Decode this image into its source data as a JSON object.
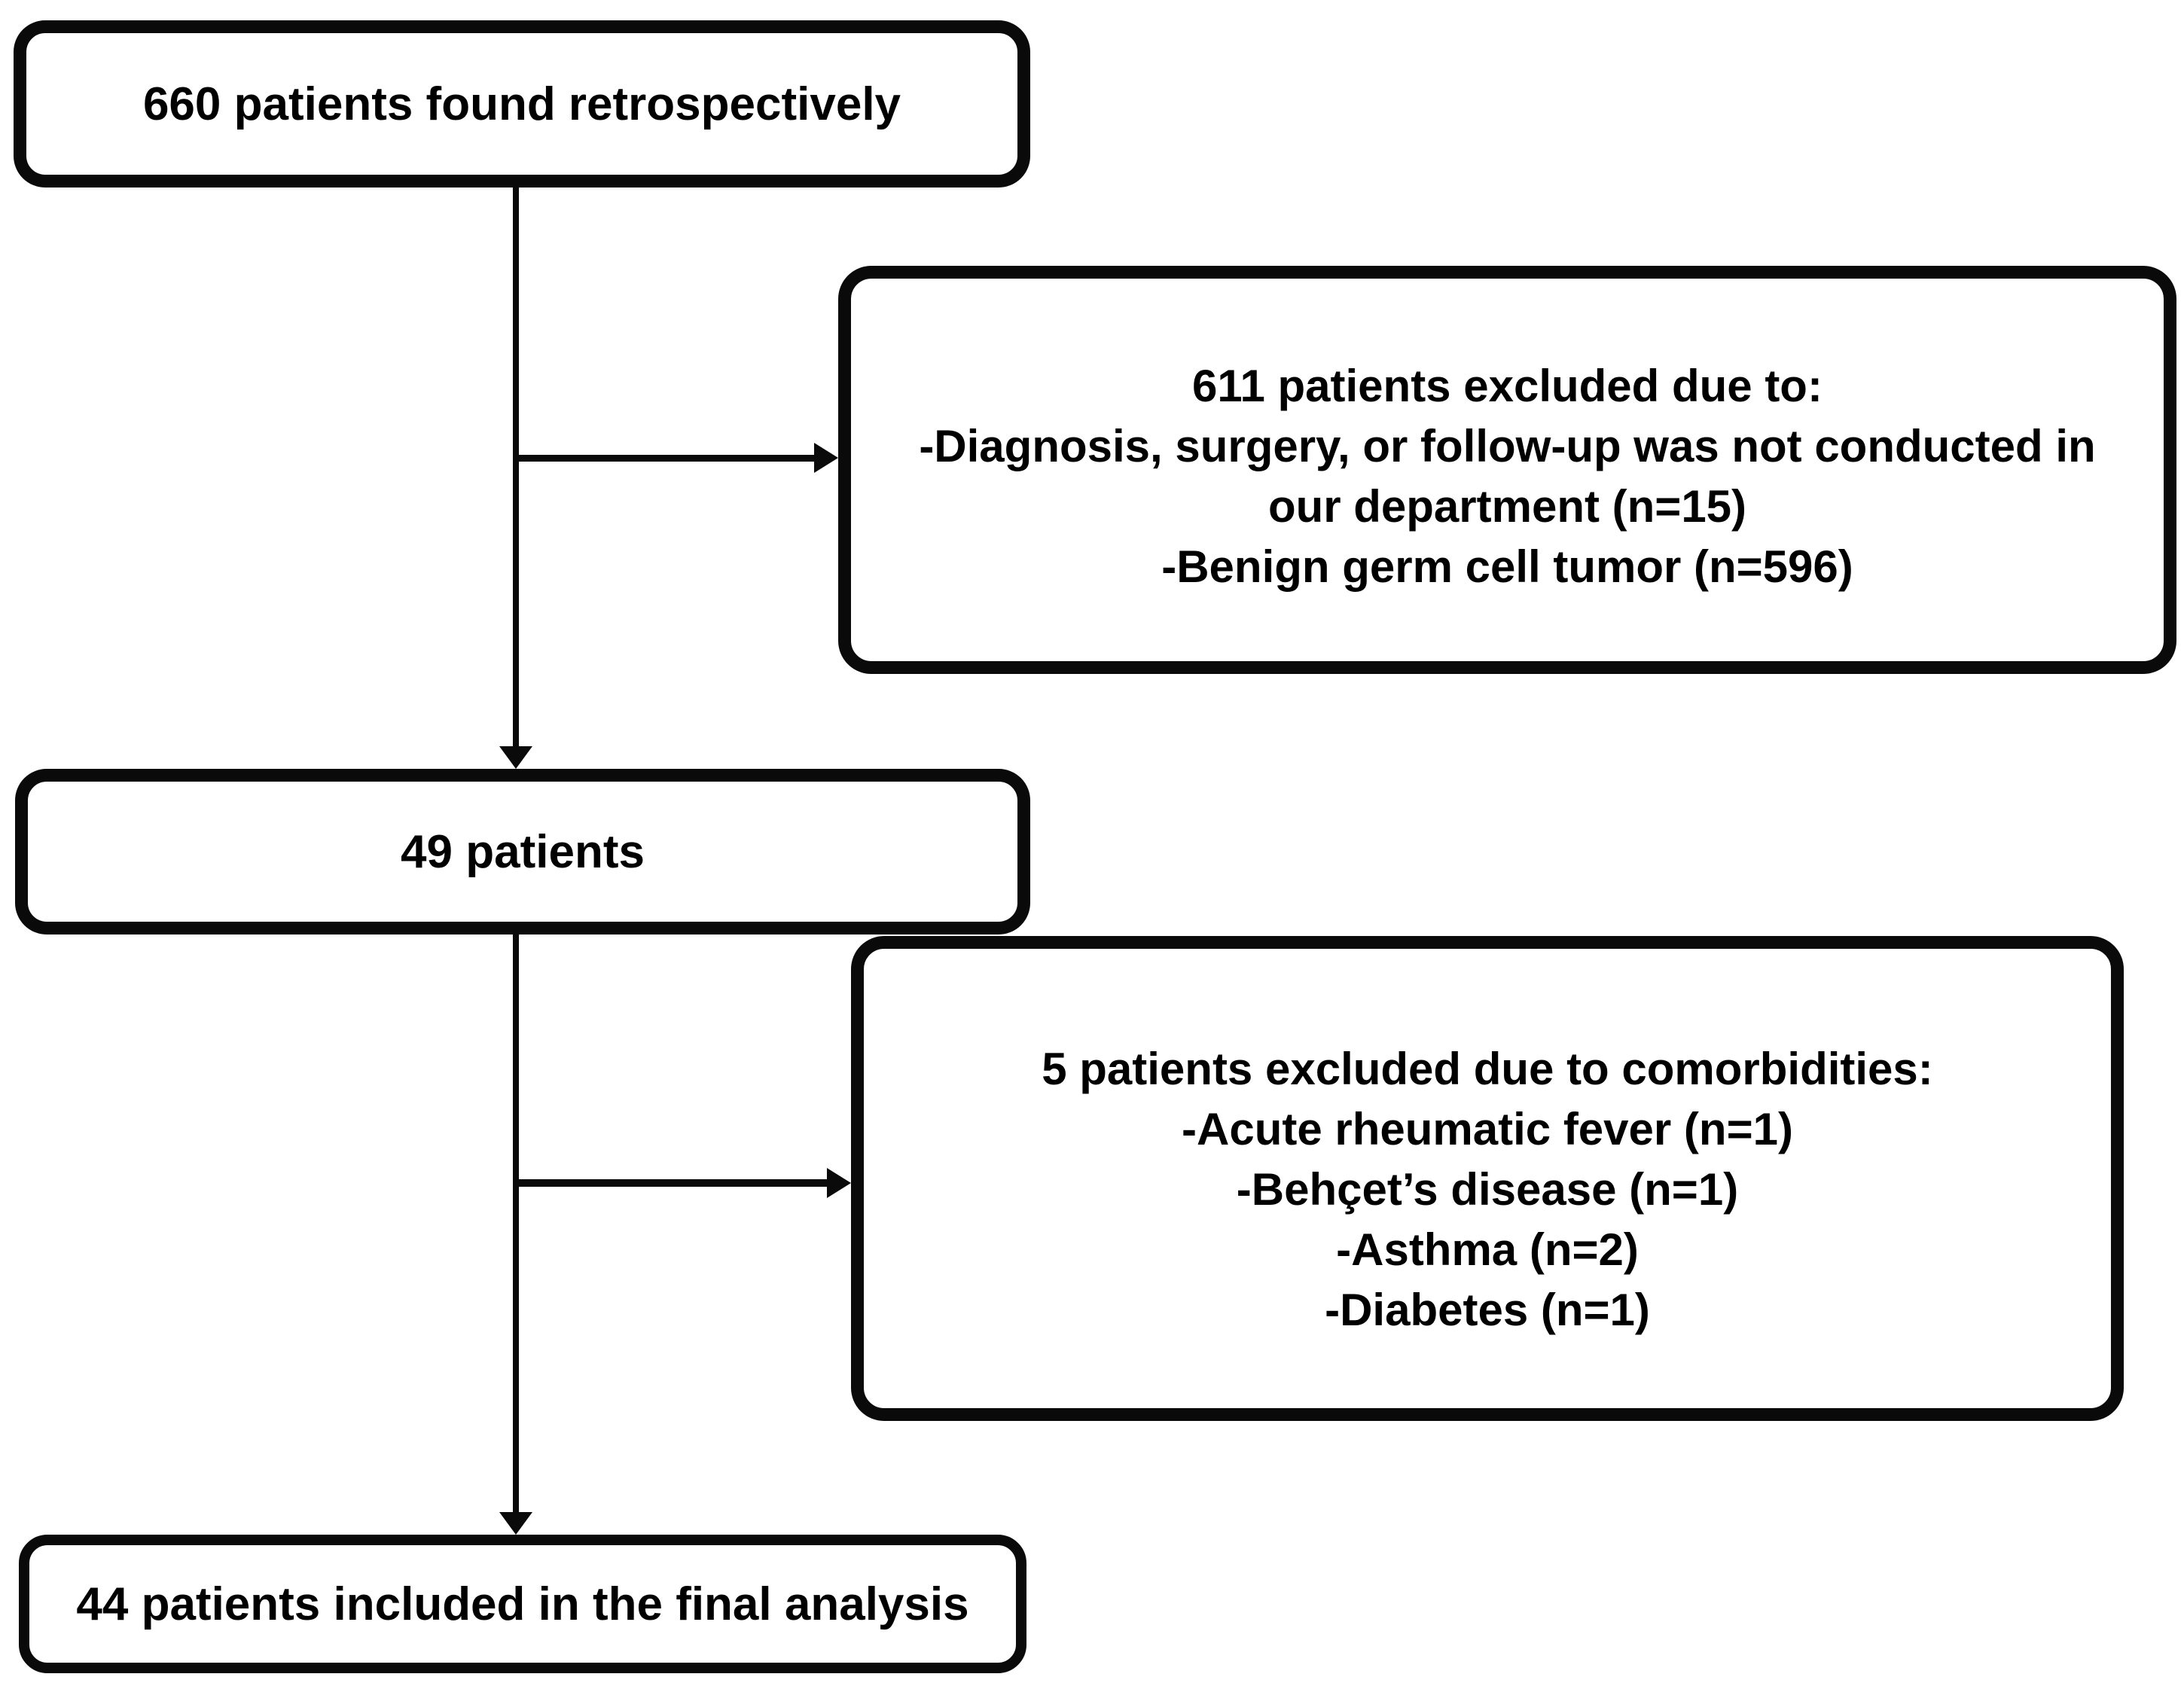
{
  "flowchart": {
    "type": "patient-flow-diagram",
    "colors": {
      "stroke": "#0a0a0a",
      "fill": "#ffffff",
      "text": "#000000"
    },
    "nodes": [
      {
        "id": "source",
        "lines": [
          "660 patients found retrospectively"
        ]
      },
      {
        "id": "exclusion-1",
        "lines": [
          "611 patients excluded due to:",
          "-Diagnosis, surgery, or follow-up was not conducted in",
          "our department (n=15)",
          "-Benign germ cell tumor (n=596)"
        ]
      },
      {
        "id": "cohort",
        "lines": [
          "49 patients"
        ]
      },
      {
        "id": "exclusion-2",
        "lines": [
          "5 patients excluded due to comorbidities:",
          "-Acute rheumatic fever (n=1)",
          "-Behçet’s disease (n=1)",
          "-Asthma (n=2)",
          "-Diabetes (n=1)"
        ]
      },
      {
        "id": "final",
        "lines": [
          "44 patients included in the final analysis"
        ]
      }
    ],
    "connectors": [
      {
        "from": "source",
        "to": "cohort",
        "direction": "down"
      },
      {
        "from": "source-cohort-line",
        "to": "exclusion-1",
        "direction": "right"
      },
      {
        "from": "cohort",
        "to": "final",
        "direction": "down"
      },
      {
        "from": "cohort-final-line",
        "to": "exclusion-2",
        "direction": "right"
      }
    ]
  }
}
